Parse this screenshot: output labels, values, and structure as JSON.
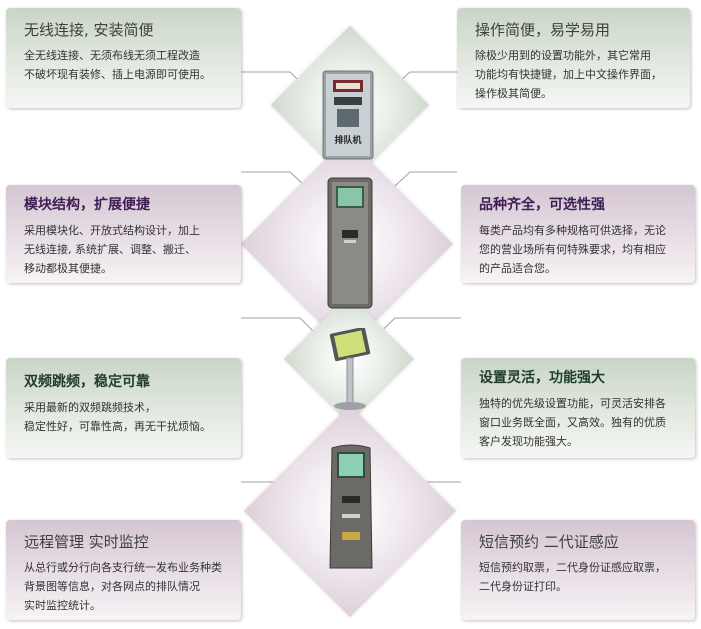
{
  "features": [
    {
      "id": "wireless",
      "title": "无线连接, 安装简便",
      "lines": [
        "全无线连接、无须布线无须工程改造",
        "不破坏现有装修、插上电源即可使用。"
      ]
    },
    {
      "id": "easy",
      "title": "操作简便，易学易用",
      "lines": [
        "除极少用到的设置功能外，其它常用",
        "功能均有快捷键，加上中文操作界面，",
        "操作极其简便。"
      ]
    },
    {
      "id": "modular",
      "title": "模块结构，扩展便捷",
      "lines": [
        "采用模块化、开放式结构设计，加上",
        "无线连接, 系统扩展、调整、搬迁、",
        "移动都极其便捷。"
      ]
    },
    {
      "id": "variety",
      "title": "品种齐全，可选性强",
      "lines": [
        "每类产品均有多种规格可供选择，无论",
        "您的营业场所有何特殊要求，均有相应",
        "的产品适合您。"
      ]
    },
    {
      "id": "dualfreq",
      "title": "双频跳频，稳定可靠",
      "lines": [
        "采用最新的双频跳频技术，",
        "稳定性好，可靠性高，再无干扰烦恼。"
      ]
    },
    {
      "id": "flexible",
      "title": "设置灵活，功能强大",
      "lines": [
        "独特的优先级设置功能，可灵活安排各",
        "窗口业务既全面，又高效。独有的优质",
        "客户发现功能强大。"
      ]
    },
    {
      "id": "remote",
      "title": "远程管理  实时监控",
      "lines": [
        "从总行或分行向各支行统一发布业务种类",
        "背景图等信息，对各网点的排队情况",
        "实时监控统计。"
      ]
    },
    {
      "id": "sms",
      "title": "短信预约  二代证感应",
      "lines": [
        "短信预约取票，二代身份证感应取票，",
        "二代身份证打印。"
      ]
    }
  ],
  "kiosk_label": "排队机",
  "colors": {
    "green_box": "#dde5da",
    "purple_box": "#e5dbe3",
    "line": "#9a9a9a"
  }
}
